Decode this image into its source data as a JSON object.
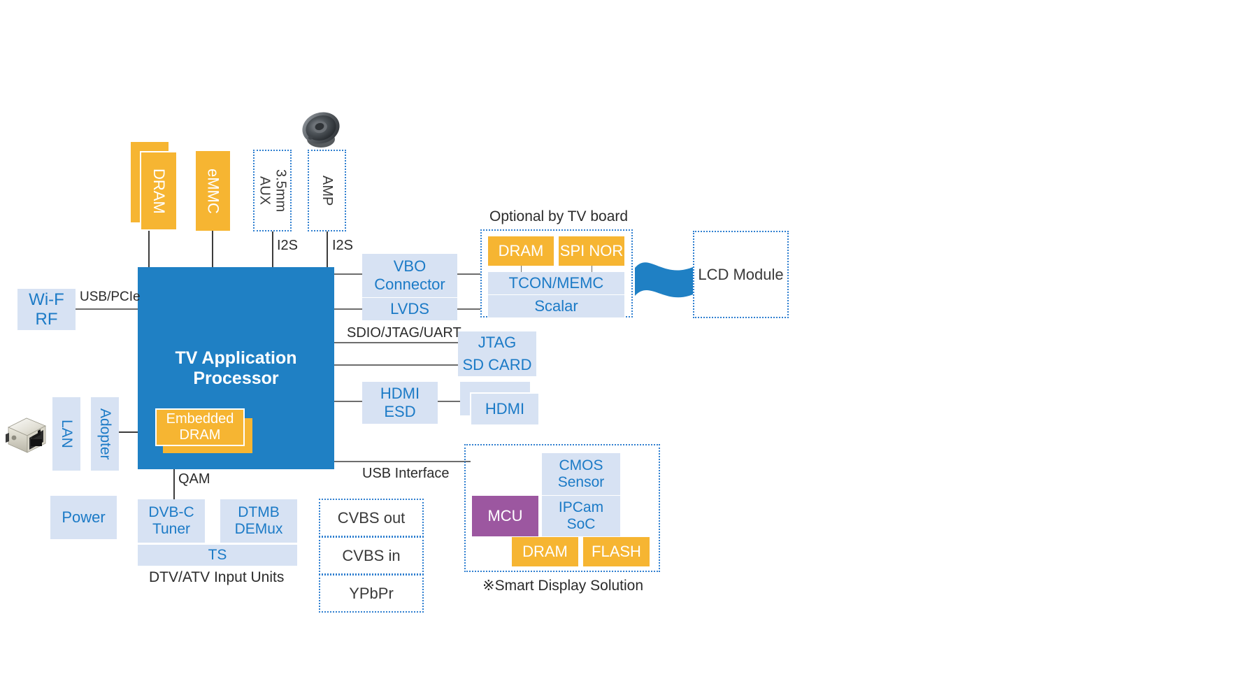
{
  "diagram": {
    "title_block": "TV Application\nProcessor",
    "captions": {
      "optional_tv_board": "Optional by TV board",
      "dtv_atv_units": "DTV/ATV Input Units",
      "smart_display": "※Smart Display Solution"
    },
    "bus_labels": {
      "usb_pcie": "USB/PCIe",
      "i2s_aux": "I2S",
      "i2s_amp": "I2S",
      "sdio_jtag_uart": "SDIO/JTAG/UART",
      "usb_interface": "USB Interface",
      "qam": "QAM"
    },
    "top_blocks": [
      {
        "label": "DRAM",
        "style": "orange-stack",
        "orientation": "vertical"
      },
      {
        "label": "eMMC",
        "style": "orange",
        "orientation": "vertical"
      },
      {
        "label": "3.5mm\nAUX",
        "style": "dotted",
        "orientation": "vertical"
      },
      {
        "label": "AMP",
        "style": "dotted",
        "orientation": "vertical"
      }
    ],
    "left_blocks": [
      {
        "label": "Wi-F\nRF",
        "style": "light-blue"
      },
      {
        "label": "LAN",
        "style": "light-blue",
        "orientation": "vertical"
      },
      {
        "label": "Adopter",
        "style": "light-blue",
        "orientation": "vertical"
      },
      {
        "label": "Power",
        "style": "light-blue"
      }
    ],
    "embedded": {
      "label": "Embedded\nDRAM",
      "style": "orange-stack"
    },
    "right_blocks": [
      {
        "label": "VBO\nConnector",
        "style": "light-blue"
      },
      {
        "label": "LVDS",
        "style": "light-blue"
      },
      {
        "label": "JTAG",
        "style": "light-blue"
      },
      {
        "label": "SD CARD",
        "style": "light-blue"
      },
      {
        "label": "HDMI\nESD",
        "style": "light-blue"
      },
      {
        "label": "HDMI",
        "style": "light-blue-stack"
      }
    ],
    "tcon_group": [
      {
        "label": "DRAM",
        "style": "orange"
      },
      {
        "label": "SPI NOR",
        "style": "orange"
      },
      {
        "label": "TCON/MEMC",
        "style": "light-blue"
      },
      {
        "label": "Scalar",
        "style": "light-blue"
      }
    ],
    "lcd_module": {
      "label": "LCD Module",
      "style": "dotted"
    },
    "tuner_group": [
      {
        "label": "DVB-C\nTuner",
        "style": "light-blue"
      },
      {
        "label": "DTMB\nDEMux",
        "style": "light-blue"
      },
      {
        "label": "TS",
        "style": "light-blue"
      }
    ],
    "video_out_blocks": [
      {
        "label": "CVBS out",
        "style": "dotted"
      },
      {
        "label": "CVBS in",
        "style": "dotted"
      },
      {
        "label": "YPbPr",
        "style": "dotted"
      }
    ],
    "smart_display_group": [
      {
        "label": "CMOS\nSensor",
        "style": "light-blue"
      },
      {
        "label": "MCU",
        "style": "purple"
      },
      {
        "label": "IPCam\nSoC",
        "style": "light-blue"
      },
      {
        "label": "DRAM",
        "style": "orange"
      },
      {
        "label": "FLASH",
        "style": "orange"
      }
    ],
    "icons": [
      {
        "name": "speaker-icon",
        "label": "loudspeaker"
      },
      {
        "name": "rj45-jack-icon",
        "label": "RJ45 Ethernet jack"
      },
      {
        "name": "flex-cable-icon",
        "label": "flex cable ribbon"
      }
    ],
    "colors": {
      "main_blue": "#1f80c4",
      "light_blue_fill": "#d7e2f3",
      "light_blue_text": "#1b7ac6",
      "orange": "#f6b532",
      "purple": "#9c57a0",
      "dotted_border": "#2f7fd0",
      "line": "#3c3c3c",
      "text_dark": "#2b2b2b"
    }
  }
}
